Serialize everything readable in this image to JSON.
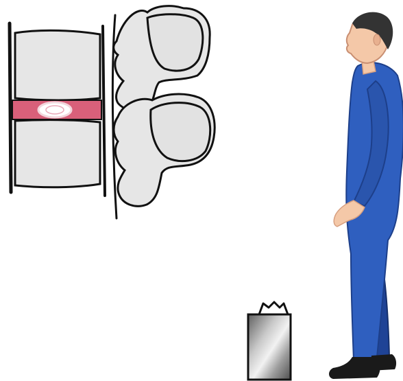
{
  "diagram": {
    "parts": [
      {
        "name": "spine-segment",
        "label": ""
      },
      {
        "name": "standing-person",
        "label": ""
      },
      {
        "name": "weight-container",
        "label": ""
      }
    ]
  },
  "colors": {
    "background": "#ffffff",
    "bone_fill": "#e6e6e6",
    "outline": "#111111",
    "disc": "#d9607a",
    "nucleus": "#ffffff",
    "suit": "#2f5fbf",
    "suit_shadow": "#1f4396",
    "skin": "#f4c8a8",
    "hair": "#333333",
    "shoe": "#1a1a1a",
    "metal": "#9a9a9a"
  }
}
